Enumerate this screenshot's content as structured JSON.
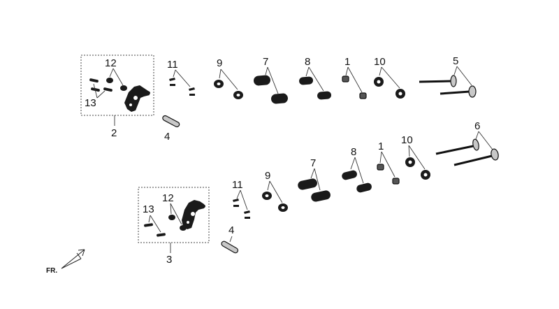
{
  "diagram": {
    "callouts": {
      "upper": {
        "c12": "12",
        "c13": "13",
        "c2": "2",
        "c11": "11",
        "c4": "4",
        "c9": "9",
        "c7": "7",
        "c8": "8",
        "c1": "1",
        "c10": "10",
        "c5": "5"
      },
      "lower": {
        "c12": "12",
        "c13": "13",
        "c3": "3",
        "c11": "11",
        "c4": "4",
        "c9": "9",
        "c7": "7",
        "c8": "8",
        "c1": "1",
        "c10": "10",
        "c6": "6"
      }
    },
    "direction_label": "FR."
  }
}
